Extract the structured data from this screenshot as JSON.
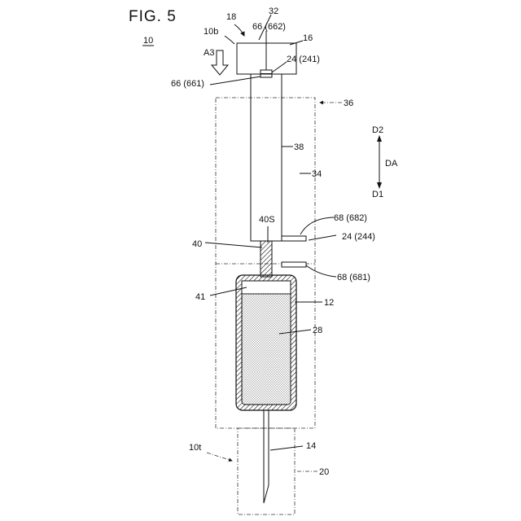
{
  "figure": {
    "title": "FIG. 5",
    "ref": "10"
  },
  "labels": {
    "l18": "18",
    "l32": "32",
    "l10b": "10b",
    "l66_662": "66 (662)",
    "l16": "16",
    "lA3": "A3",
    "l24_241": "24 (241)",
    "l66_661": "66 (661)",
    "l36": "36",
    "l38": "38",
    "lD2": "D2",
    "lDA": "DA",
    "lD1": "D1",
    "l34": "34",
    "l40S": "40S",
    "l68_682": "68 (682)",
    "l40": "40",
    "l24_244": "24 (244)",
    "l68_681": "68 (681)",
    "l41": "41",
    "l12": "12",
    "l28": "28",
    "l10t": "10t",
    "l14": "14",
    "l20": "20"
  }
}
